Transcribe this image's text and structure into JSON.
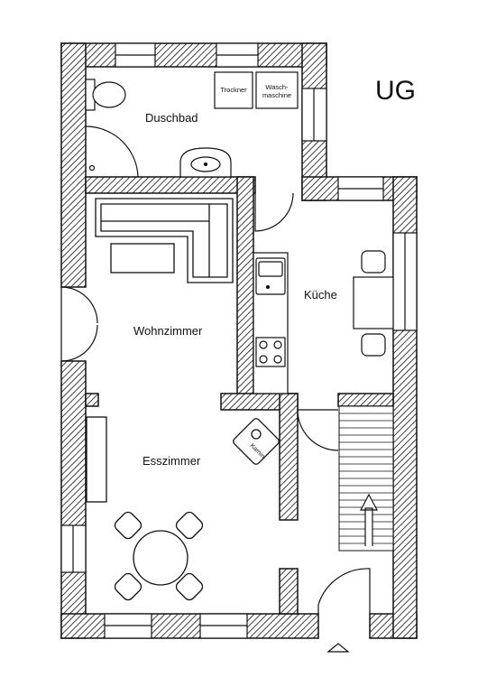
{
  "plan": {
    "floor_label": "UG",
    "rooms": {
      "duschbad": "Duschbad",
      "wohnzimmer": "Wohnzimmer",
      "kueche": "Küche",
      "esszimmer": "Esszimmer"
    },
    "appliances": {
      "dryer": "Trockner",
      "washer_line1": "Wasch-",
      "washer_line2": "maschine",
      "fireplace": "Kamin"
    }
  }
}
